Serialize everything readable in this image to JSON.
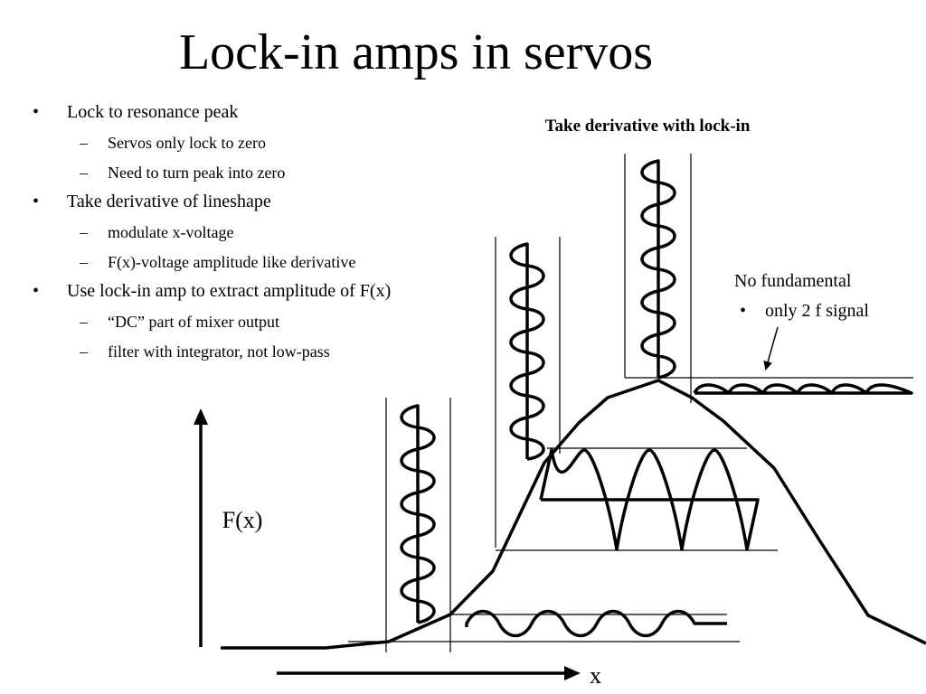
{
  "slide": {
    "title": "Lock-in amps in servos",
    "bullets": [
      {
        "text": "Lock to resonance peak",
        "subitems": [
          "Servos only lock to zero",
          "Need to turn peak into zero"
        ]
      },
      {
        "text": "Take derivative of lineshape",
        "subitems": [
          "modulate x-voltage",
          "F(x)-voltage amplitude like derivative"
        ]
      },
      {
        "text": "Use lock-in amp to extract amplitude of F(x)",
        "subitems": [
          "“DC” part of mixer output",
          "filter with integrator, not low-pass"
        ]
      }
    ]
  },
  "diagram": {
    "heading": "Take derivative with lock-in",
    "y_axis_label": "F(x)",
    "x_axis_label": "x",
    "note_title": "No fundamental",
    "note_bullet": "only 2 f signal",
    "bullet_marker": "•",
    "sub_marker": "–"
  }
}
